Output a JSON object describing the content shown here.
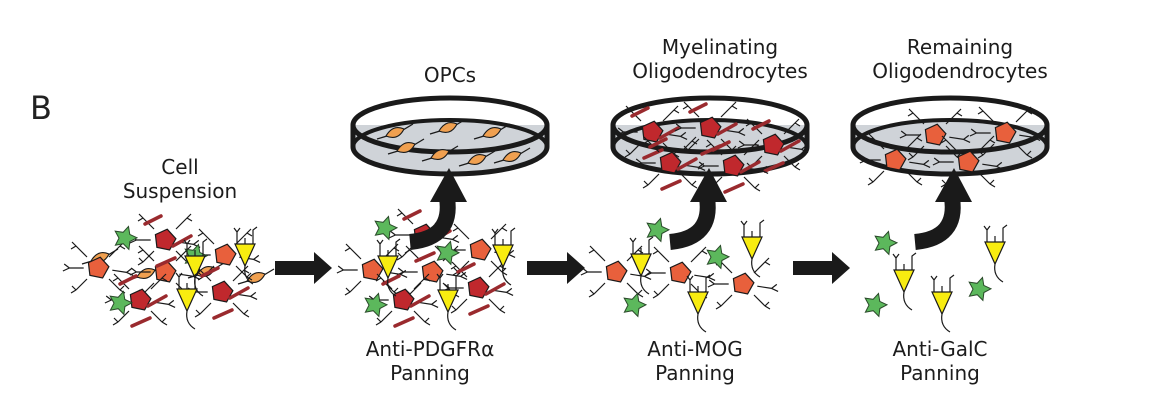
{
  "panel_letter": "B",
  "colors": {
    "opc": "#f0a050",
    "myelinating": "#c0282d",
    "remaining": "#e8603c",
    "astrocyte": "#5cb85c",
    "neuron": "#f8ec10",
    "myelin": "#9a2a2e",
    "dish_fill": "#cfd3d8",
    "arrow": "#1a1a1a"
  },
  "stages": [
    {
      "id": "cell-suspension",
      "label_line1": "Cell",
      "label_line2": "Suspension"
    },
    {
      "id": "pdgfra",
      "label_line1": "Anti-PDGFRα",
      "label_line2": "Panning"
    },
    {
      "id": "mog",
      "label_line1": "Anti-MOG",
      "label_line2": "Panning"
    },
    {
      "id": "galc",
      "label_line1": "Anti-GalC",
      "label_line2": "Panning"
    }
  ],
  "dishes": [
    {
      "id": "opcs",
      "title_line1": "OPCs",
      "title_line2": ""
    },
    {
      "id": "myelinating",
      "title_line1": "Myelinating",
      "title_line2": "Oligodendrocytes"
    },
    {
      "id": "remaining",
      "title_line1": "Remaining",
      "title_line2": "Oligodendrocytes"
    }
  ]
}
